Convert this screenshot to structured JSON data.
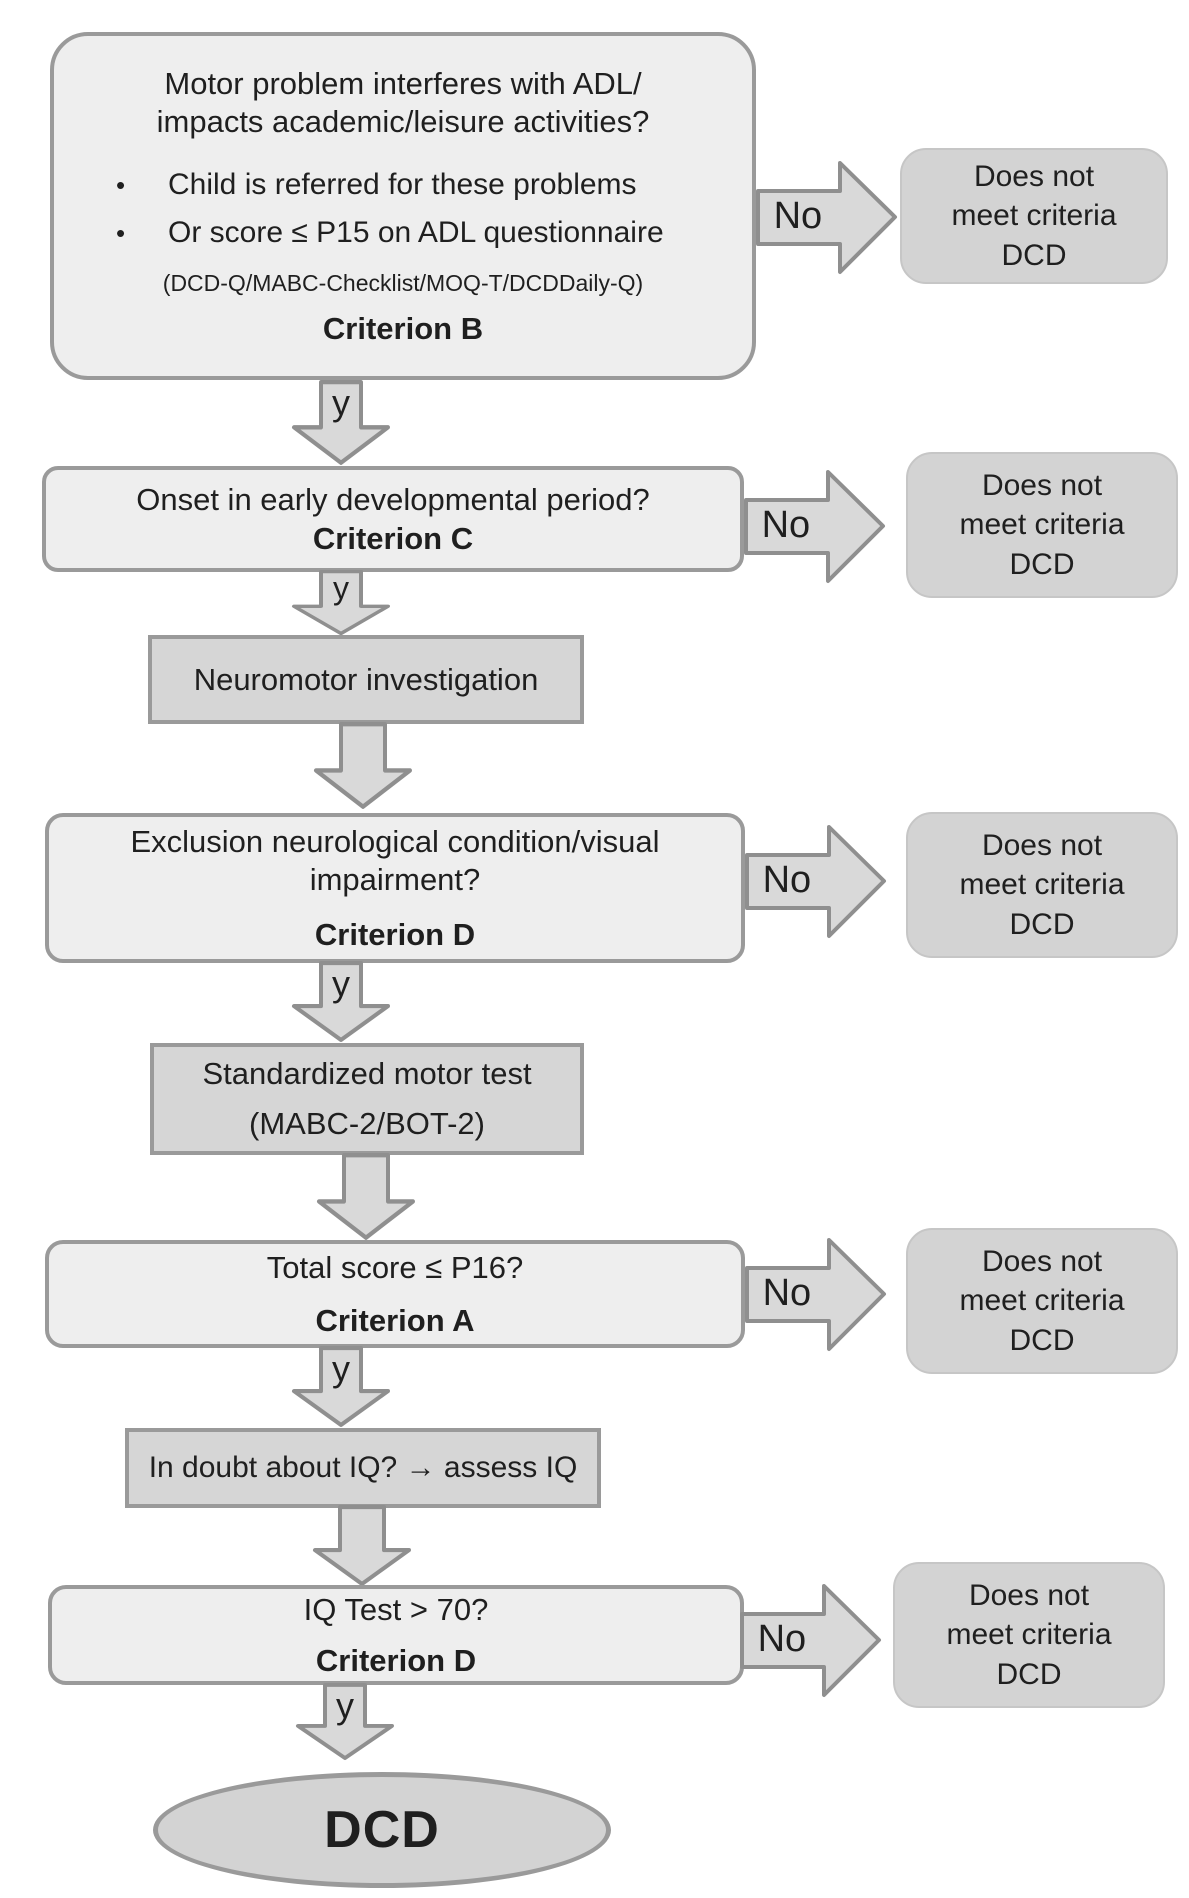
{
  "labels": {
    "yes": "y",
    "no": "No",
    "bullet_char": "•"
  },
  "reject": {
    "lines": [
      "Does not",
      "meet criteria",
      "DCD"
    ]
  },
  "nodes": {
    "criterion_b": {
      "title1": "Motor problem interferes with ADL/",
      "title2": "impacts academic/leisure activities?",
      "bullet1": "Child is referred for these problems",
      "bullet2": "Or score ≤ P15 on ADL questionnaire",
      "note": "(DCD-Q/MABC-Checklist/MOQ-T/DCDDaily-Q)",
      "criterion": "Criterion B"
    },
    "criterion_c": {
      "question": "Onset in early developmental period?",
      "criterion": "Criterion C"
    },
    "neuromotor": {
      "label": "Neuromotor investigation"
    },
    "criterion_d_exclusion": {
      "question1": "Exclusion neurological condition/visual",
      "question2": "impairment?",
      "criterion": "Criterion D"
    },
    "motor_test": {
      "line1": "Standardized motor test",
      "line2": "(MABC-2/BOT-2)"
    },
    "criterion_a": {
      "question": "Total score ≤ P16?",
      "criterion": "Criterion A"
    },
    "iq_doubt": {
      "label": "In doubt about IQ? → assess IQ"
    },
    "criterion_d_iq": {
      "question": "IQ Test > 70?",
      "criterion": "Criterion D"
    },
    "dcd_end": {
      "label": "DCD"
    }
  },
  "colors": {
    "question_fill": "#eeeeee",
    "process_fill": "#d6d6d6",
    "reject_fill": "#d3d3d3",
    "reject_border": "#c6c6c6",
    "box_border": "#9a9a9a",
    "arrow_fill": "#d9d9d9",
    "arrow_border": "#8f8f8f",
    "text": "#1f1f1f"
  }
}
